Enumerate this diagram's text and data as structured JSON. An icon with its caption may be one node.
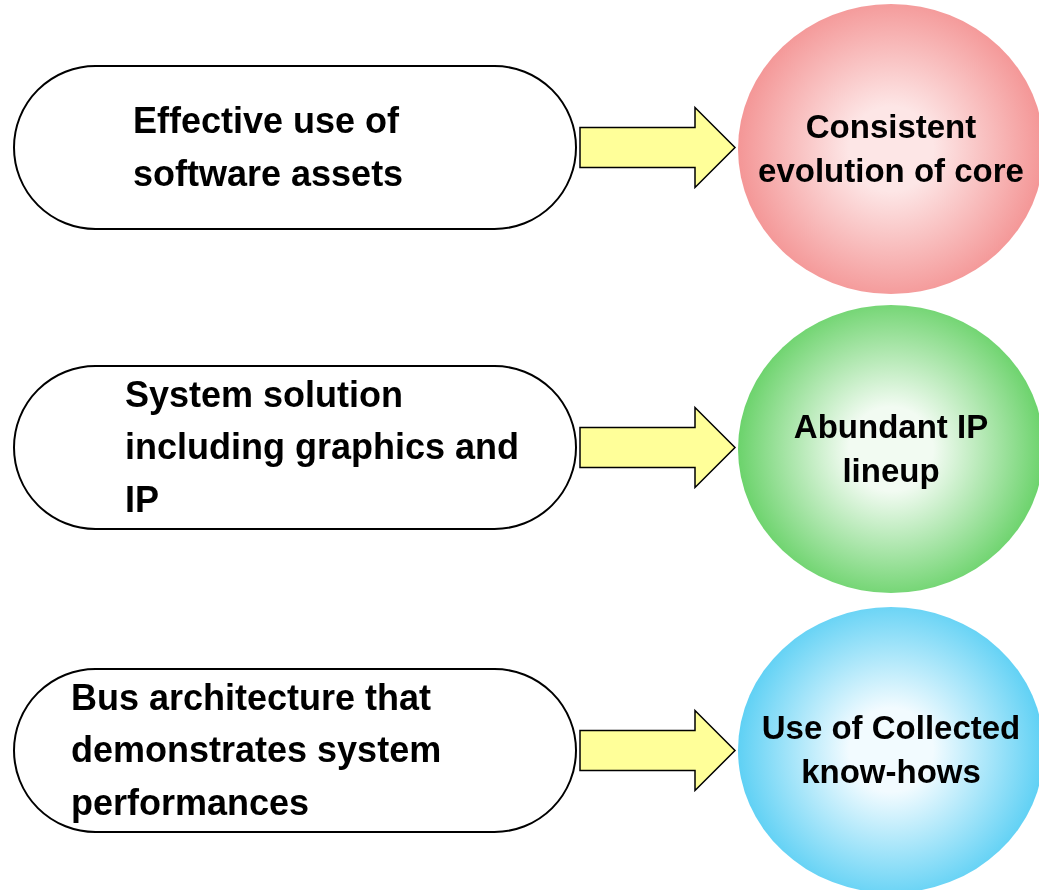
{
  "diagram": {
    "nodes": [
      {
        "text": [
          "Effective use of software assets"
        ]
      },
      {
        "text": [
          "Consistent evolution of core"
        ]
      },
      {
        "text": [
          "System solution including graphics and IP"
        ]
      },
      {
        "text": [
          "Abundant IP lineup"
        ]
      },
      {
        "text": [
          "Bus architecture that demonstrates system performances"
        ]
      },
      {
        "text": [
          "Use of Collected know-hows"
        ]
      }
    ],
    "edges": [
      {
        "from": 0,
        "to": 1,
        "arrow": "to"
      },
      {
        "from": 2,
        "to": 3,
        "arrow": "to"
      },
      {
        "from": 4,
        "to": 5,
        "arrow": "to"
      }
    ]
  }
}
